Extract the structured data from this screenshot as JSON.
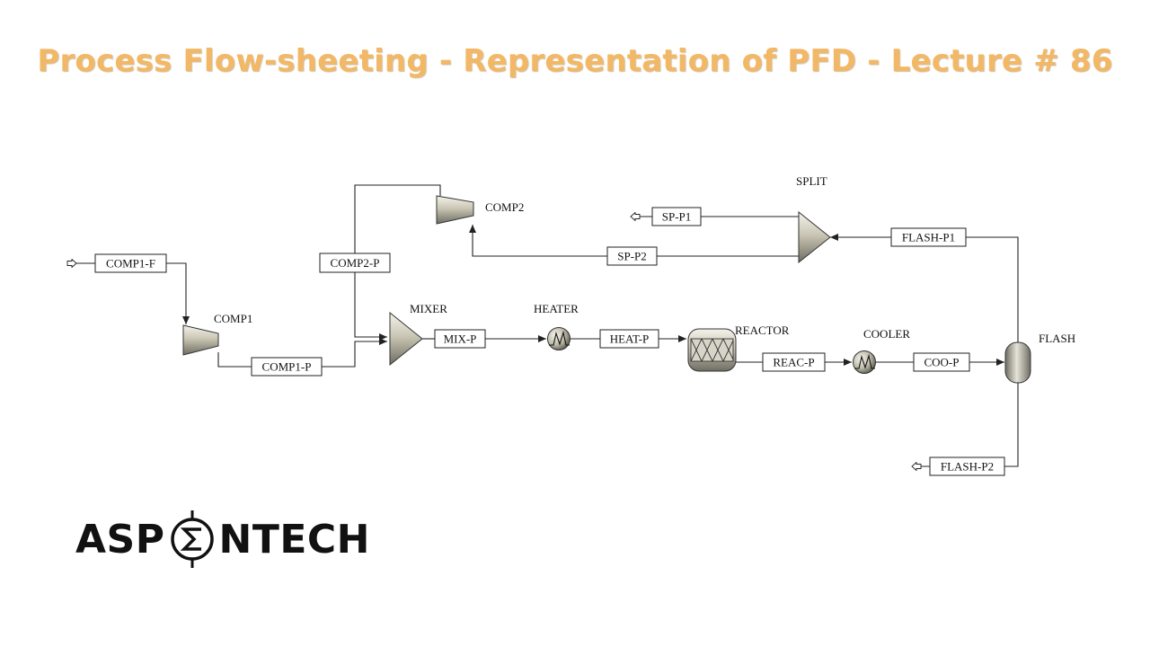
{
  "header": {
    "title": "Process Flow-sheeting - Representation of PFD - Lecture # 86"
  },
  "blocks": {
    "comp1": "COMP1",
    "comp2": "COMP2",
    "mixer": "MIXER",
    "heater": "HEATER",
    "reactor": "REACTOR",
    "cooler": "COOLER",
    "flash": "FLASH",
    "split": "SPLIT"
  },
  "streams": {
    "comp1_f": "COMP1-F",
    "comp1_p": "COMP1-P",
    "comp2_p": "COMP2-P",
    "mix_p": "MIX-P",
    "heat_p": "HEAT-P",
    "reac_p": "REAC-P",
    "coo_p": "COO-P",
    "flash_p1": "FLASH-P1",
    "flash_p2": "FLASH-P2",
    "sp_p1": "SP-P1",
    "sp_p2": "SP-P2"
  },
  "logo": {
    "left_text": "ASP",
    "right_text": "NTECH"
  },
  "colors": {
    "title": "#f2b866",
    "equipment": "#c9c6b4"
  }
}
